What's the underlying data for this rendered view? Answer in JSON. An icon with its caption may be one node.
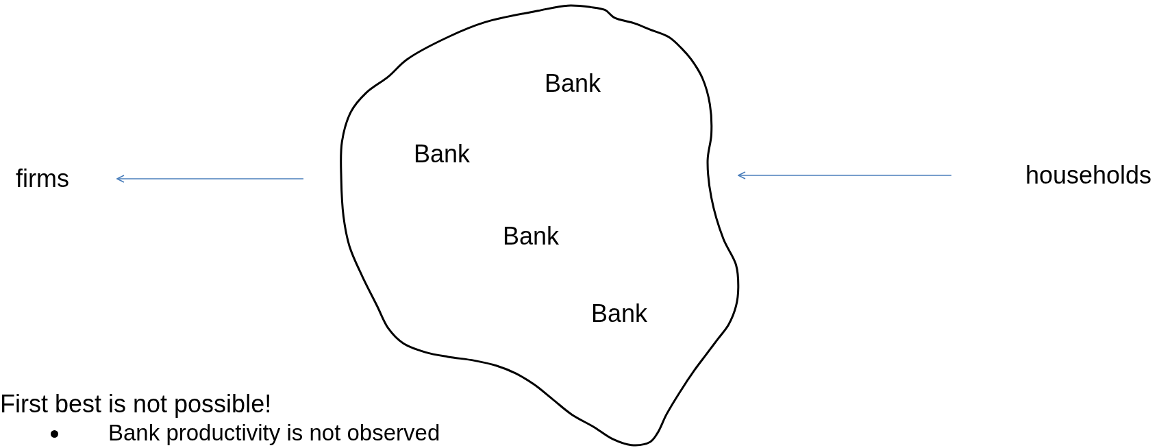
{
  "diagram": {
    "nodes": [
      {
        "text": [],
        "shape": "cloud"
      },
      {
        "text": [
          "Bank"
        ],
        "in": 0
      },
      {
        "text": [
          "Bank"
        ],
        "in": 0
      },
      {
        "text": [
          "Bank"
        ],
        "in": 0
      },
      {
        "text": [
          "Bank"
        ],
        "in": 0
      },
      {
        "text": [
          "firms"
        ]
      },
      {
        "text": [
          "households"
        ]
      }
    ],
    "edges": [
      {
        "from": 0,
        "to": 5,
        "arrow": "to",
        "color": "#4a7ebb"
      },
      {
        "from": 6,
        "to": 0,
        "arrow": "to",
        "color": "#4a7ebb"
      }
    ],
    "labels": [
      "First best is not possible!",
      "Bank productivity is not observed"
    ]
  }
}
